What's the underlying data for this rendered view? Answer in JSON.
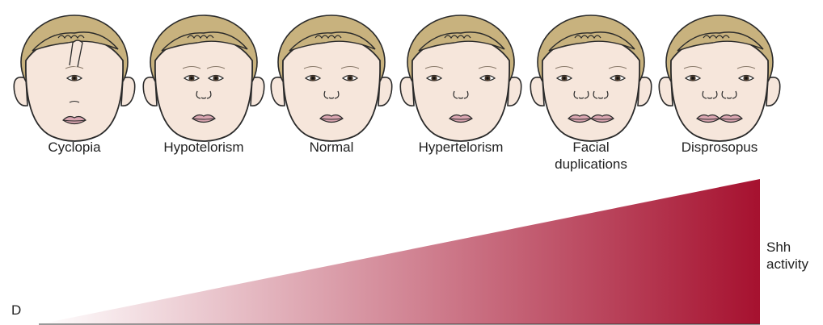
{
  "faces": [
    {
      "id": "cyclopia",
      "label": "Cyclopia",
      "eyes": 1,
      "proboscis": true,
      "nose": "none",
      "mouths": 1
    },
    {
      "id": "hypotelorism",
      "label": "Hypotelorism",
      "eyes": 2,
      "eye_spacing": "close",
      "nose": "single",
      "mouths": 1
    },
    {
      "id": "normal",
      "label": "Normal",
      "eyes": 2,
      "eye_spacing": "normal",
      "nose": "single",
      "mouths": 1
    },
    {
      "id": "hypertelorism",
      "label": "Hypertelorism",
      "eyes": 2,
      "eye_spacing": "wide",
      "nose": "single",
      "mouths": 1
    },
    {
      "id": "facial-duplications",
      "label": "Facial duplications",
      "eyes": 2,
      "eye_spacing": "wide",
      "nose": "double",
      "mouths": 2
    },
    {
      "id": "disprosopus",
      "label": "Disprosopus",
      "eyes": 2,
      "eye_spacing": "wide",
      "nose": "double",
      "mouths": 2
    }
  ],
  "gradient": {
    "label_left": "D",
    "label_right": "Shh\nactivity",
    "color_start": "#ffffff",
    "color_end": "#a6112f"
  },
  "colors": {
    "skin": "#f6e6db",
    "hair": "#c8b27e",
    "outline": "#2a2a2a",
    "lips": "#d9a5b0",
    "iris": "#4b3a2c"
  }
}
